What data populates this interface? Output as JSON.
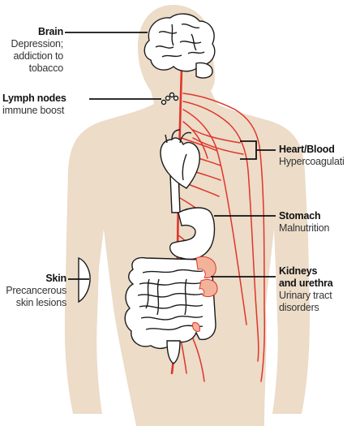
{
  "colors": {
    "background": "#ffffff",
    "silhouette": "#ecdcc8",
    "nerve": "#e0352b",
    "organ_fill": "#ffffff",
    "organ_stroke": "#1a1a1a",
    "kidney": "#f2b39a",
    "leader": "#111111"
  },
  "labels": {
    "brain": {
      "title": "Brain",
      "lines": [
        "Depression;",
        "addiction to",
        "tobacco"
      ]
    },
    "lymph": {
      "title": "Lymph nodes",
      "desc": "immune boost"
    },
    "skin": {
      "title": "Skin",
      "lines": [
        "Precancerous",
        "skin lesions"
      ]
    },
    "heart": {
      "title": "Heart/Blood",
      "desc": "Hypercoagulati"
    },
    "stomach": {
      "title": "Stomach",
      "desc": "Malnutrition"
    },
    "kidneys": {
      "title_lines": [
        "Kidneys",
        "and urethra"
      ],
      "lines": [
        "Urinary tract",
        "disorders"
      ]
    }
  }
}
